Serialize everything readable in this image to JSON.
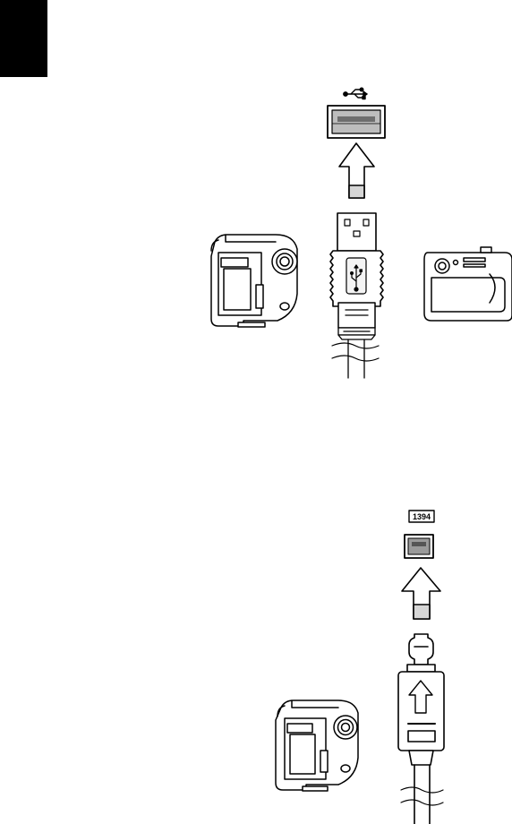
{
  "page": {
    "tab_color": "#000000"
  },
  "usb_figure": {
    "port_icon": "usb-icon",
    "device_left": "camcorder",
    "device_right": "digital-camera"
  },
  "ieee1394_figure": {
    "port_label": "1394",
    "device": "camcorder"
  }
}
